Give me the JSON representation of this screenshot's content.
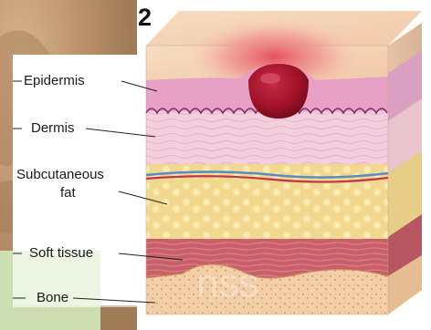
{
  "stage_number": "2",
  "labels": {
    "epidermis": "Epidermis",
    "dermis": "Dermis",
    "subcutaneous_line1": "Subcutaneous",
    "subcutaneous_line2": "fat",
    "soft_tissue": "Soft tissue",
    "bone": "Bone"
  },
  "colors": {
    "epidermis": "#e7a4c6",
    "dermis": "#f3cbdb",
    "fat": "#f2d78e",
    "muscle": "#c8616a",
    "bone": "#f1c79b",
    "ulcer": "#a9142b",
    "background_photo": "#c6a47e",
    "overlay_green": "#cfe7b7"
  }
}
